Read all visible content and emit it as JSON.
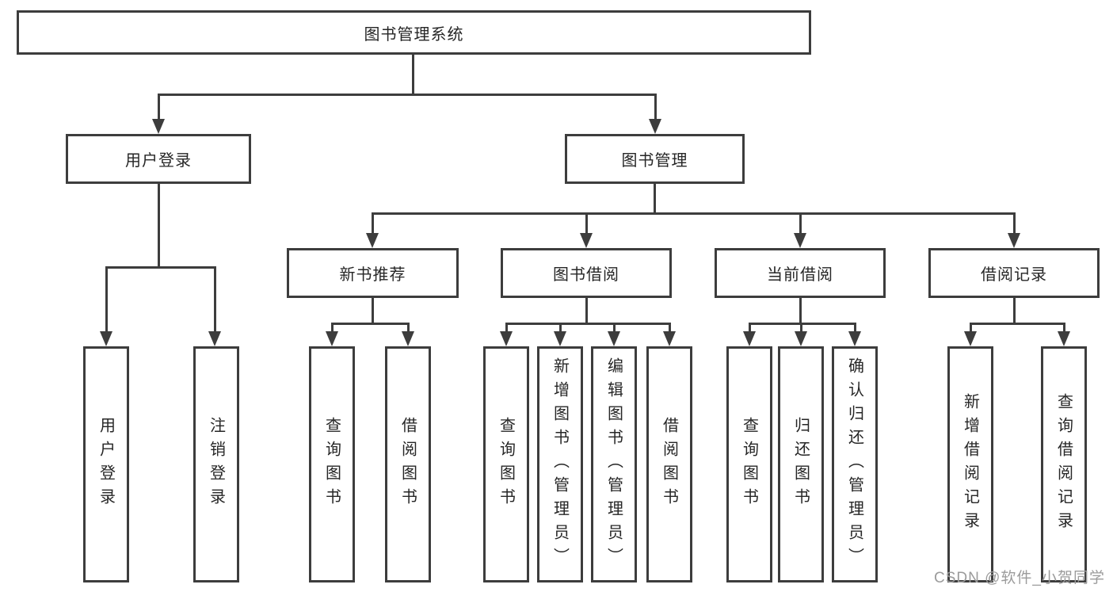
{
  "colors": {
    "line": "#3d3d3d",
    "ink": "#262626",
    "bg": "#ffffff",
    "watermark": "#9b9b9b"
  },
  "watermark": {
    "text": "CSDN @软件_小贺同学"
  },
  "tree": {
    "label": "图书管理系统",
    "children": [
      {
        "label": "用户登录",
        "children": [
          {
            "label": "用户登录"
          },
          {
            "label": "注销登录"
          }
        ]
      },
      {
        "label": "图书管理",
        "children": [
          {
            "label": "新书推荐",
            "children": [
              {
                "label": "查询图书"
              },
              {
                "label": "借阅图书"
              }
            ]
          },
          {
            "label": "图书借阅",
            "children": [
              {
                "label": "查询图书"
              },
              {
                "label": "新增图书（管理员）"
              },
              {
                "label": "编辑图书（管理员）"
              },
              {
                "label": "借阅图书"
              }
            ]
          },
          {
            "label": "当前借阅",
            "children": [
              {
                "label": "查询图书"
              },
              {
                "label": "归还图书"
              },
              {
                "label": "确认归还（管理员）"
              }
            ]
          },
          {
            "label": "借阅记录",
            "children": [
              {
                "label": "新增借阅记录"
              },
              {
                "label": "查询借阅记录"
              }
            ]
          }
        ]
      }
    ]
  }
}
